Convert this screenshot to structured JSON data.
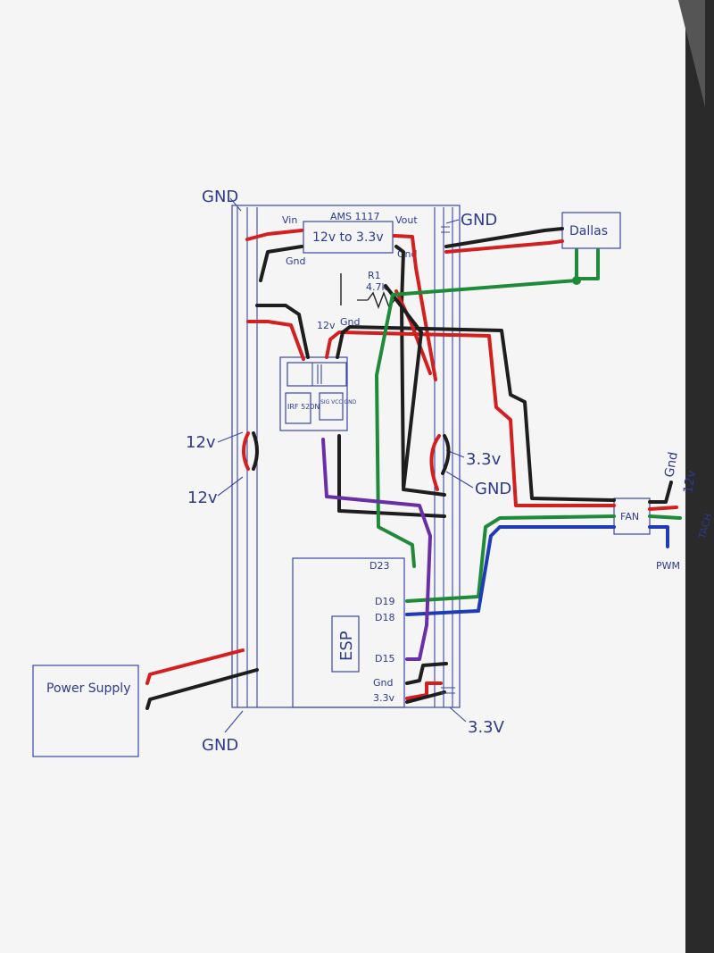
{
  "labels": {
    "gnd_top_left": "GND",
    "ams_name": "AMS 1117",
    "ams_desc": "12v to 3.3v",
    "vin": "Vin",
    "vout": "Vout",
    "ams_gnd_left": "Gnd",
    "ams_gnd_right": "Gnd",
    "gnd_top_right": "GND",
    "dallas": "Dallas",
    "r1": "R1",
    "r1_value": "4.7k",
    "relay_12v": "12v",
    "relay_gnd": "Gnd",
    "mosfet_text": "IRF 520N",
    "relay_pins": "SIG VCC GND",
    "rail_12v_a": "12v",
    "rail_12v_b": "12v",
    "rail_33v": "3.3v",
    "rail_gnd_mid": "GND",
    "fan": "FAN",
    "fan_gnd": "Gnd",
    "fan_12v": "12v",
    "fan_tach": "TACH",
    "fan_pwm": "PWM",
    "d23": "D23",
    "d19": "D19",
    "d18": "D18",
    "esp": "ESP",
    "d15": "D15",
    "esp_gnd": "Gnd",
    "esp_33v": "3.3v",
    "bottom_33v": "3.3V",
    "power_supply": "Power Supply",
    "gnd_bottom": "GND"
  },
  "colors": {
    "ink": "#2e3a8c",
    "red": "#d21f1f",
    "black": "#1e1e1e",
    "green": "#1f8a3a",
    "blue": "#1f3cb5",
    "purple": "#6a2fa6",
    "paper": "#f5f5f5"
  }
}
